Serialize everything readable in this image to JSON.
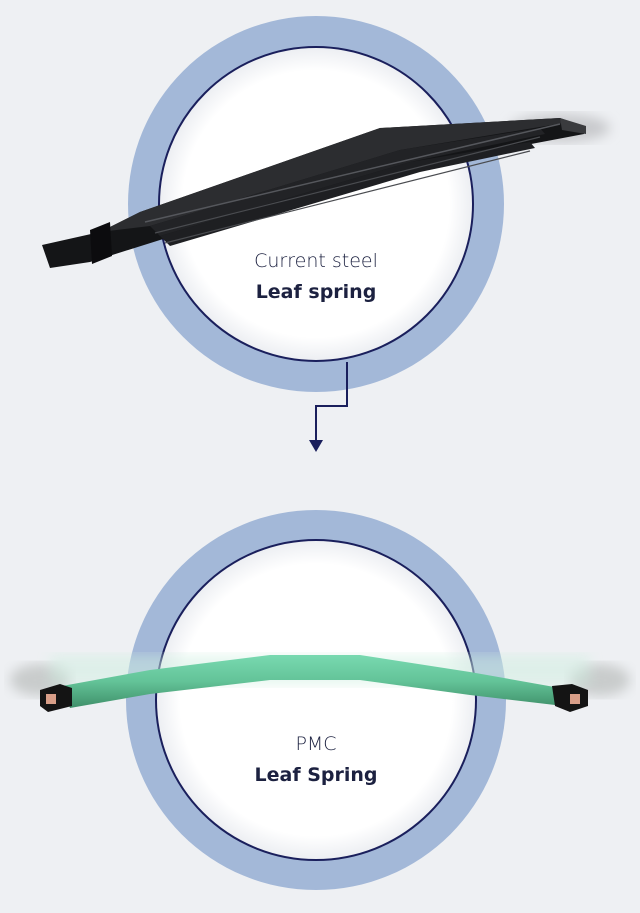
{
  "top": {
    "line1": "Current steel",
    "line2": "Leaf spring"
  },
  "bottom": {
    "line1": "PMC",
    "line2": "Leaf Spring"
  },
  "colors": {
    "background": "#eef0f3",
    "ring": "#a3b8d8",
    "outline": "#1a1f5c",
    "steel": "#1b1c1e",
    "pmc": "#6dcea4"
  }
}
